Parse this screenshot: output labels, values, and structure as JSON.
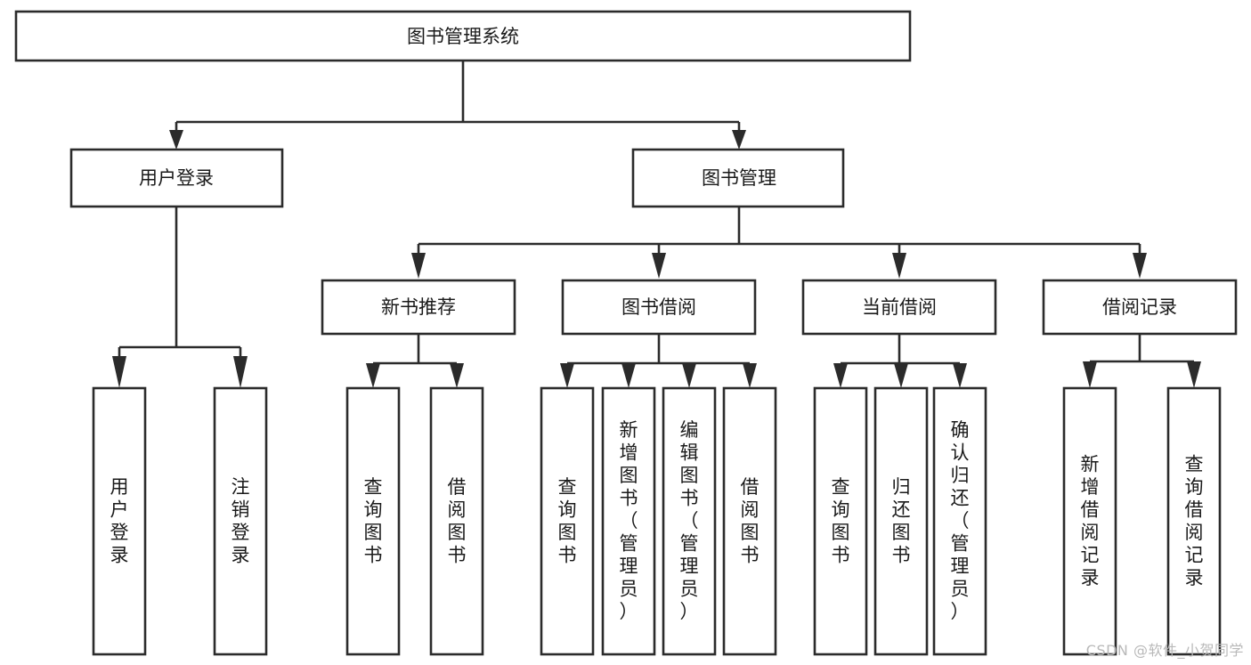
{
  "diagram": {
    "title": "图书管理系统",
    "type": "tree-hierarchy-chart",
    "root": {
      "label": "图书管理系统"
    },
    "level2": [
      {
        "label": "用户登录"
      },
      {
        "label": "图书管理"
      }
    ],
    "level3": [
      {
        "label": "新书推荐"
      },
      {
        "label": "图书借阅"
      },
      {
        "label": "当前借阅"
      },
      {
        "label": "借阅记录"
      }
    ],
    "leaves_user_login": [
      {
        "label": "用户登录"
      },
      {
        "label": "注销登录"
      }
    ],
    "leaves_new_book": [
      {
        "label": "查询图书"
      },
      {
        "label": "借阅图书"
      }
    ],
    "leaves_borrow": [
      {
        "label": "查询图书"
      },
      {
        "label": "新增图书（管理员）"
      },
      {
        "label": "编辑图书（管理员）"
      },
      {
        "label": "借阅图书"
      }
    ],
    "leaves_current": [
      {
        "label": "查询图书"
      },
      {
        "label": "归还图书"
      },
      {
        "label": "确认归还（管理员）"
      }
    ],
    "leaves_records": [
      {
        "label": "新增借阅记录"
      },
      {
        "label": "查询借阅记录"
      }
    ],
    "colors": {
      "box_stroke": "#2b2b2b",
      "box_fill": "#ffffff",
      "text": "#1a1a1a",
      "background": "#ffffff",
      "watermark": "#b9b9b9"
    }
  },
  "watermark": {
    "text": "CSDN @软件_小贺同学"
  }
}
